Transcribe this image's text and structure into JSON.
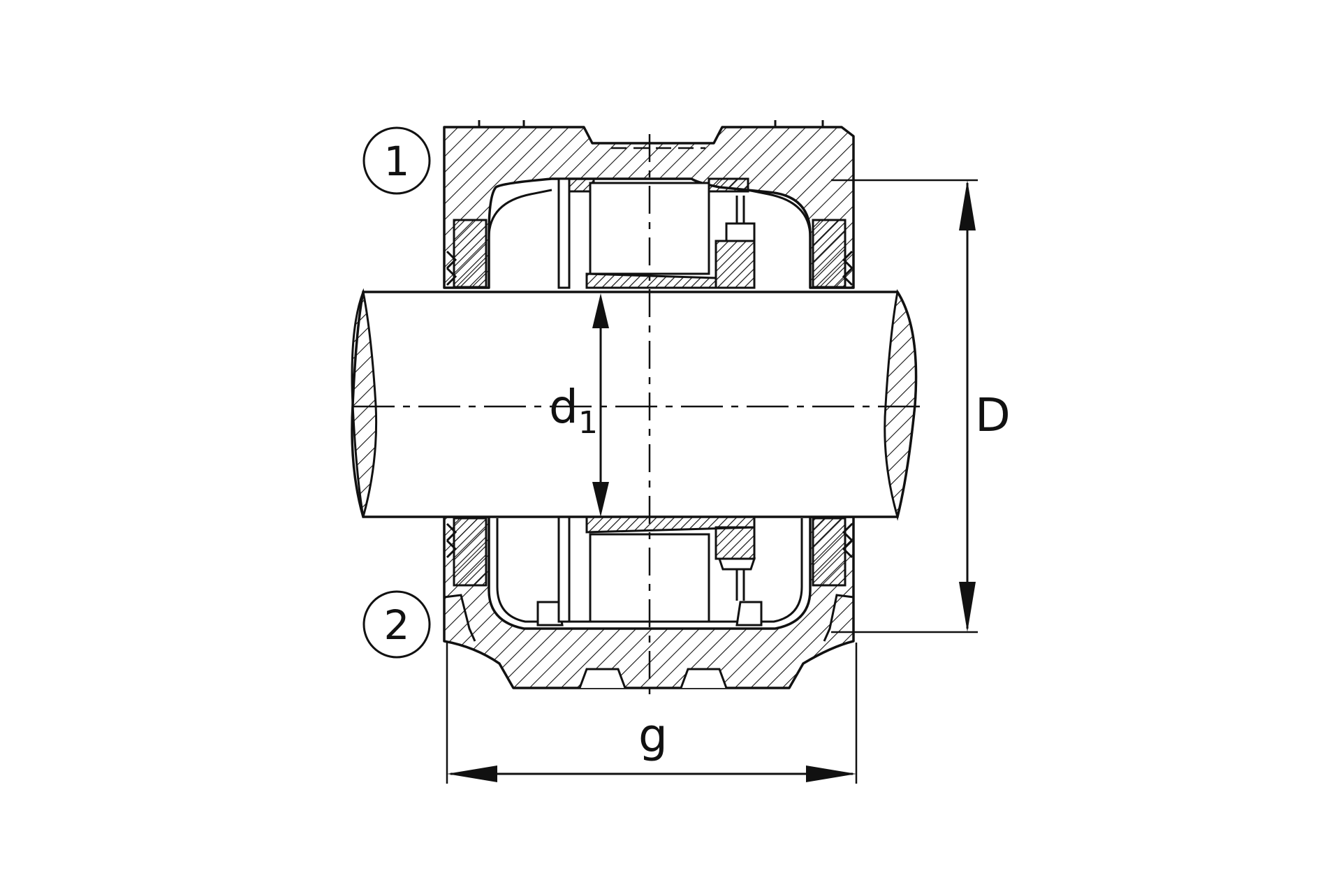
{
  "callouts": [
    {
      "id": "1",
      "label": "1"
    },
    {
      "id": "2",
      "label": "2"
    }
  ],
  "dimensions": {
    "shaft_diameter": {
      "symbol": "d",
      "subscript": "1"
    },
    "housing_diameter": {
      "symbol": "D"
    },
    "housing_width": {
      "symbol": "g"
    }
  },
  "colors": {
    "stroke": "#111111",
    "background": "#ffffff"
  }
}
